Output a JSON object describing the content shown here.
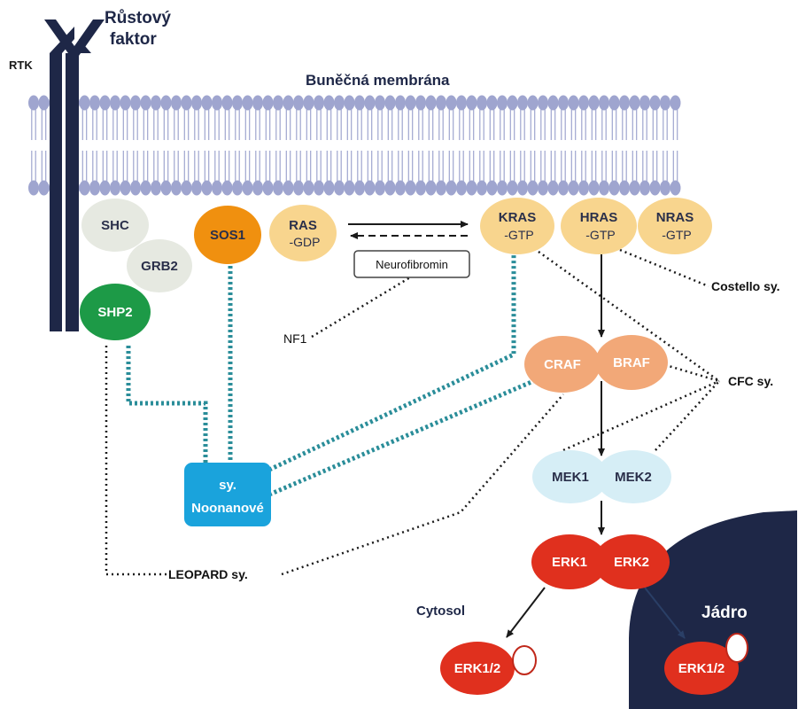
{
  "labels": {
    "growth_factor_line1": "Růstový",
    "growth_factor_line2": "faktor",
    "rtk": "RTK",
    "membrane": "Buněčná membrána",
    "cytosol": "Cytosol",
    "nucleus": "Jádro"
  },
  "nodes": {
    "shc": "SHC",
    "grb2": "GRB2",
    "shp2": "SHP2",
    "sos1": "SOS1",
    "ras": "RAS",
    "ras_sub": "-GDP",
    "kras": "KRAS",
    "kras_sub": "-GTP",
    "hras": "HRAS",
    "hras_sub": "-GTP",
    "nras": "NRAS",
    "nras_sub": "-GTP",
    "neurofibromin": "Neurofibromin",
    "craf": "CRAF",
    "braf": "BRAF",
    "mek1": "MEK1",
    "mek2": "MEK2",
    "erk1": "ERK1",
    "erk2": "ERK2",
    "erk12_cytosol": "ERK1/2",
    "erk12_nucleus": "ERK1/2"
  },
  "syndromes": {
    "nf1": "NF1",
    "costello": "Costello sy.",
    "cfc": "CFC sy.",
    "leopard": "LEOPARD sy.",
    "noonan_line1": "sy.",
    "noonan_line2": "Noonanové"
  },
  "colors": {
    "receptor": "#1e2747",
    "membrane_head": "#9fa5cf",
    "light_grey_node": "#e6e9e1",
    "shp2": "#1d9a47",
    "sos1": "#f0900f",
    "ras_family": "#f8d58e",
    "raf": "#f2a878",
    "mek": "#d6eef6",
    "erk": "#e0301e",
    "noonan_box": "#1aa3dc",
    "teal_dots": "#2a8d99",
    "nucleus": "#1e2747"
  }
}
